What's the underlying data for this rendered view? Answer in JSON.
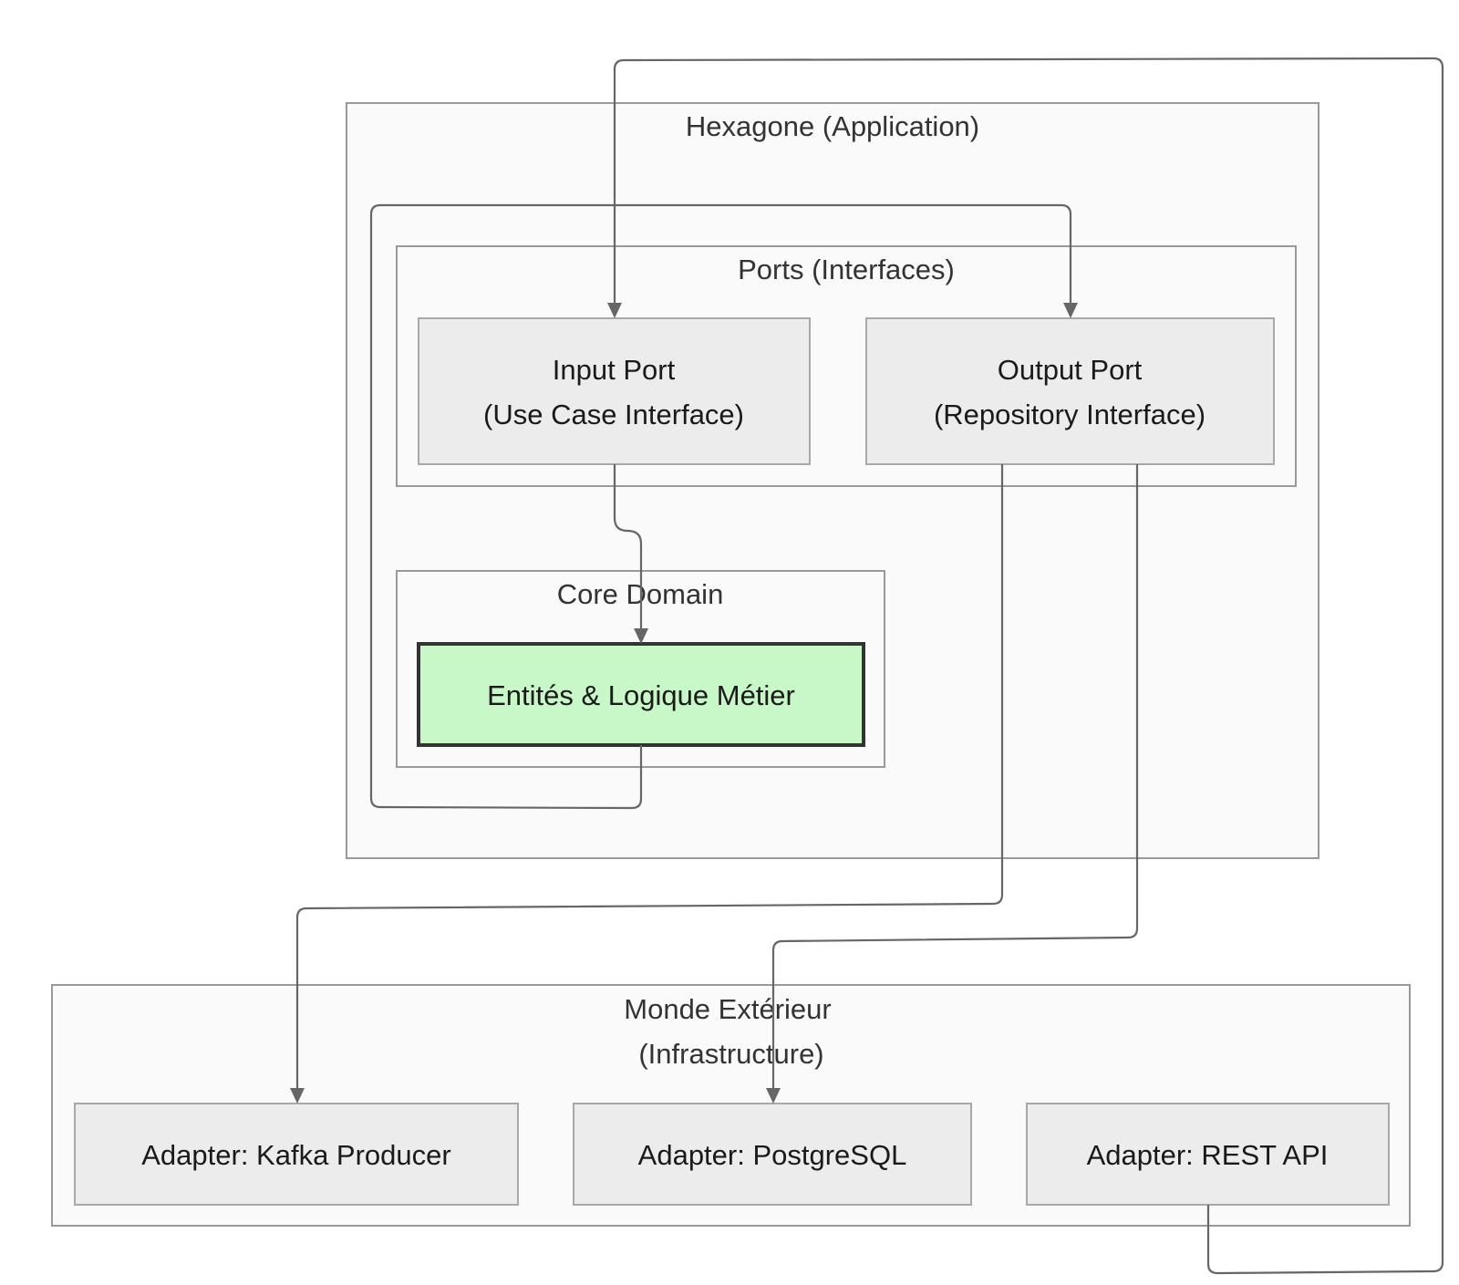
{
  "clusters": {
    "hexagone": {
      "title": "Hexagone (Application)"
    },
    "ports": {
      "title": "Ports (Interfaces)"
    },
    "core": {
      "title": "Core Domain"
    },
    "monde": {
      "title_line1": "Monde Extérieur",
      "title_line2": "(Infrastructure)"
    }
  },
  "nodes": {
    "input_port": {
      "line1": "Input Port",
      "line2": "(Use Case Interface)"
    },
    "output_port": {
      "line1": "Output Port",
      "line2": "(Repository Interface)"
    },
    "core_logic": {
      "label": "Entités & Logique Métier"
    },
    "kafka": {
      "label": "Adapter: Kafka Producer"
    },
    "postgres": {
      "label": "Adapter: PostgreSQL"
    },
    "rest": {
      "label": "Adapter: REST API"
    }
  },
  "edges": [
    {
      "from": "Adapter: REST API",
      "to": "Input Port"
    },
    {
      "from": "Input Port",
      "to": "Entités & Logique Métier"
    },
    {
      "from": "Entités & Logique Métier",
      "to": "Output Port"
    },
    {
      "from": "Output Port",
      "to": "Adapter: Kafka Producer"
    },
    {
      "from": "Output Port",
      "to": "Adapter: PostgreSQL"
    }
  ],
  "colors": {
    "core_fill": "#c8f7c8",
    "node_fill": "#ececec",
    "cluster_fill": "#fafafa",
    "edge": "#666666"
  }
}
